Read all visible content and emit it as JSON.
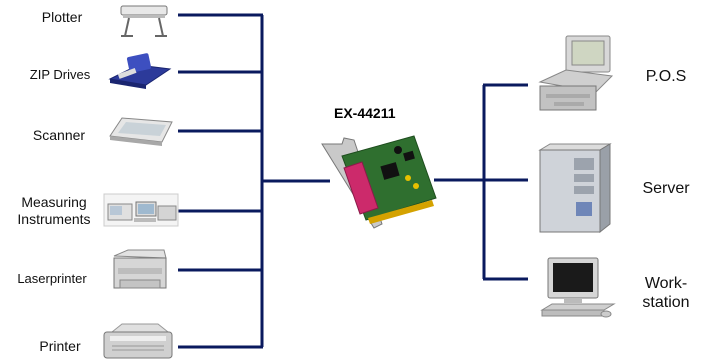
{
  "card": {
    "title": "EX-44211"
  },
  "left_devices": [
    {
      "label": "Plotter"
    },
    {
      "label": "ZIP Drives"
    },
    {
      "label": "Scanner"
    },
    {
      "label": "Measuring\nInstruments"
    },
    {
      "label": "Laserprinter"
    },
    {
      "label": "Printer"
    }
  ],
  "right_devices": [
    {
      "label": "P.O.S"
    },
    {
      "label": "Server"
    },
    {
      "label": "Work-\nstation"
    }
  ],
  "colors": {
    "line": "#0a1a5e",
    "accent": "#2a3fb0"
  }
}
